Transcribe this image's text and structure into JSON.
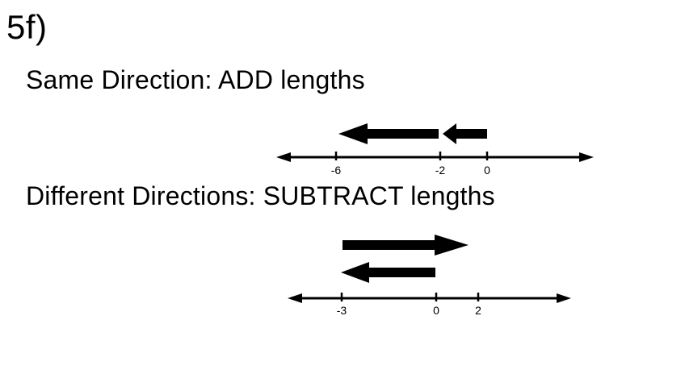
{
  "page": {
    "problem_label": "5f)"
  },
  "sections": [
    {
      "heading": "Same Direction: ADD lengths"
    },
    {
      "heading": "Different Directions: SUBTRACT lengths"
    }
  ],
  "diagrams": [
    {
      "name": "same-direction-number-line",
      "tick_labels": [
        "-6",
        "-2",
        "0"
      ],
      "vectors": [
        {
          "from": -2,
          "to": -6,
          "direction": "left",
          "length": 4
        },
        {
          "from": 0,
          "to": -2,
          "direction": "left",
          "length": 2
        }
      ]
    },
    {
      "name": "different-directions-number-line",
      "tick_labels": [
        "-3",
        "0",
        "2"
      ],
      "vectors": [
        {
          "from": -3,
          "to": 2,
          "direction": "right",
          "length": 5
        },
        {
          "from": 0,
          "to": -3,
          "direction": "left",
          "length": 3
        }
      ]
    }
  ],
  "colors": {
    "ink": "#000000",
    "background": "#ffffff"
  }
}
